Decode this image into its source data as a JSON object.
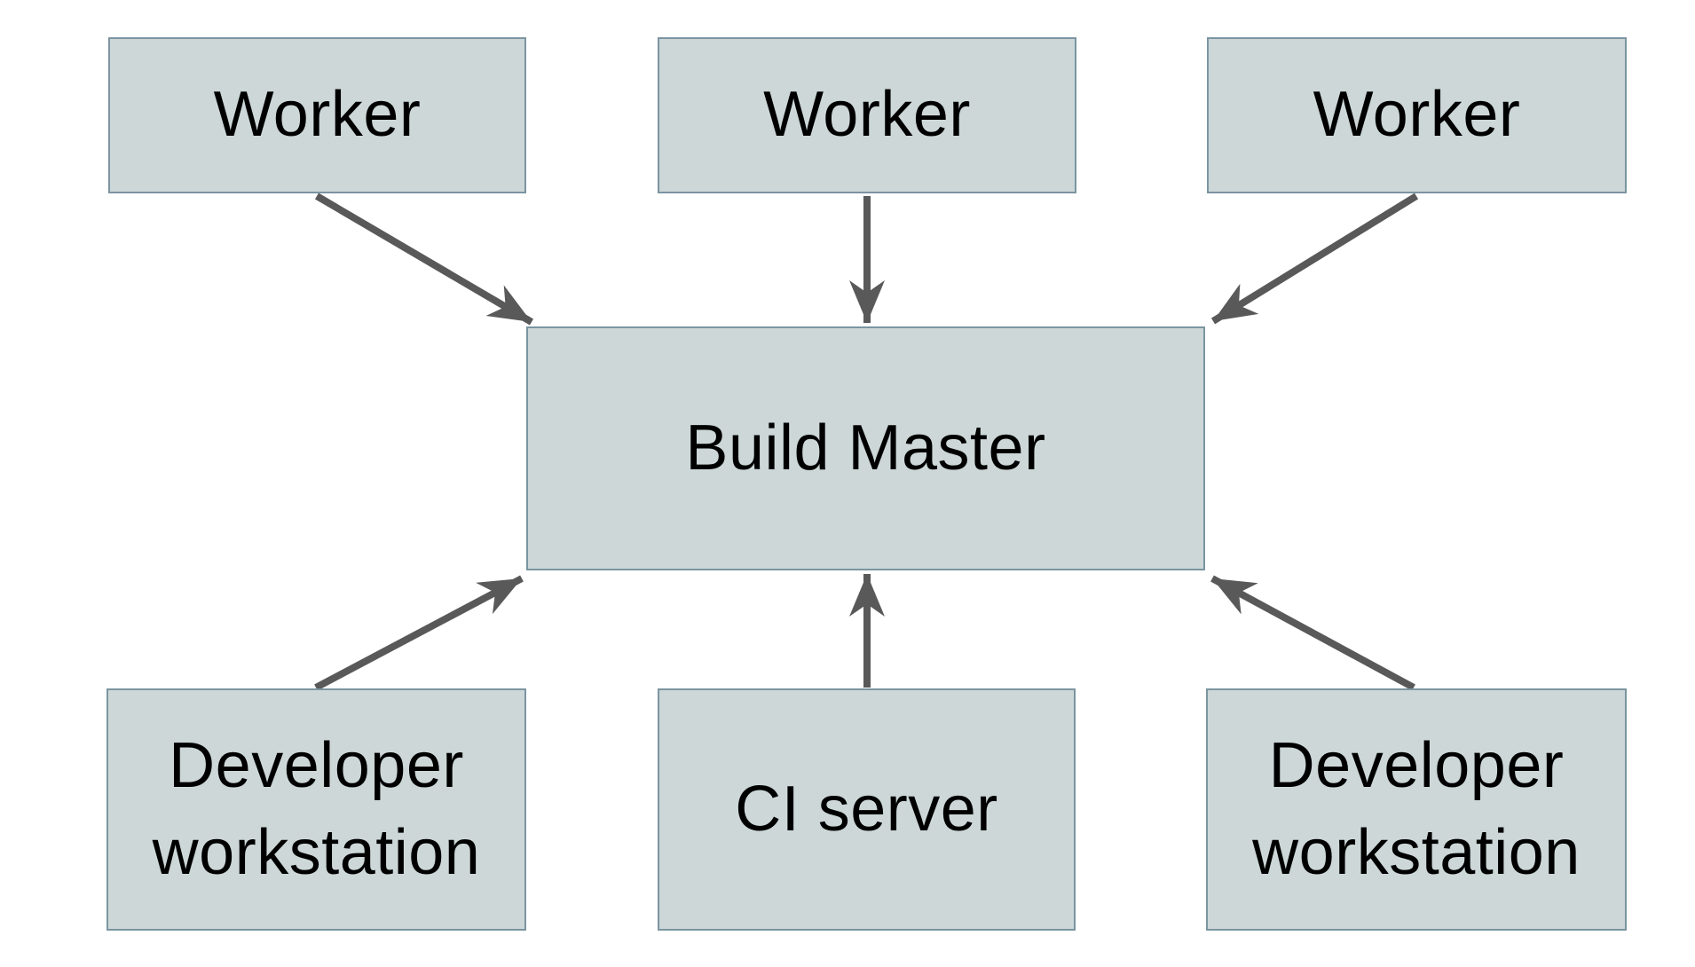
{
  "diagram": {
    "type": "architecture-diagram",
    "background_color": "#ffffff",
    "colors": {
      "node_fill": "#cdd7d8",
      "node_border": "#7b95a1",
      "arrow": "#595959",
      "label_text": "#000000"
    },
    "nodes": [
      {
        "id": "worker-1",
        "label": "Worker"
      },
      {
        "id": "worker-2",
        "label": "Worker"
      },
      {
        "id": "worker-3",
        "label": "Worker"
      },
      {
        "id": "build-master",
        "label": "Build Master"
      },
      {
        "id": "developer-workstation-left",
        "label": "Developer workstation"
      },
      {
        "id": "ci-server",
        "label": "CI server"
      },
      {
        "id": "developer-workstation-right",
        "label": "Developer workstation"
      }
    ],
    "edges": [
      {
        "from": "worker-1",
        "to": "build-master"
      },
      {
        "from": "worker-2",
        "to": "build-master"
      },
      {
        "from": "worker-3",
        "to": "build-master"
      },
      {
        "from": "developer-workstation-left",
        "to": "build-master"
      },
      {
        "from": "ci-server",
        "to": "build-master"
      },
      {
        "from": "developer-workstation-right",
        "to": "build-master"
      }
    ]
  }
}
